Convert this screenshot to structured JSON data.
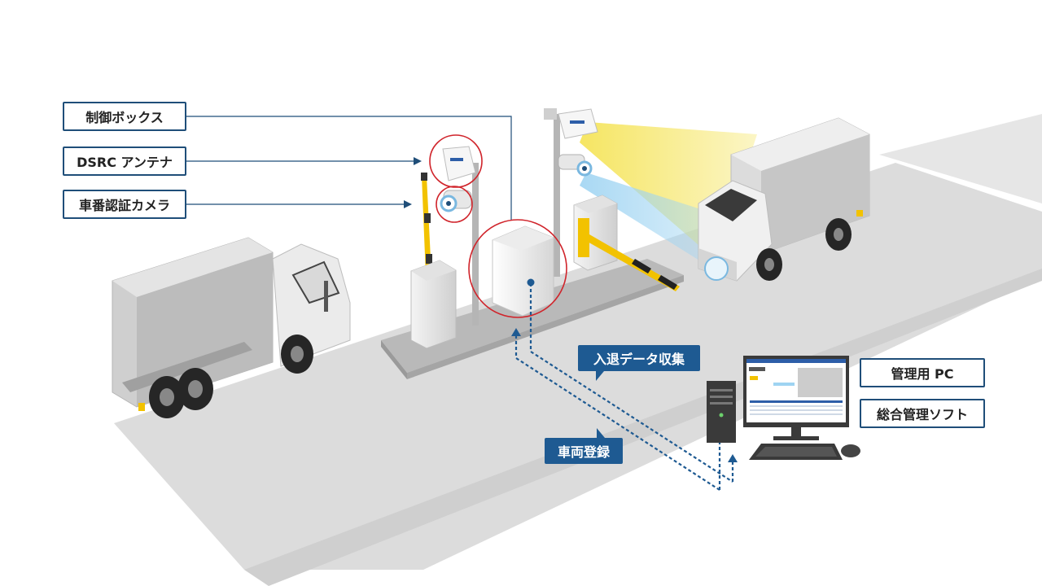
{
  "labels": {
    "control_box": "制御ボックス",
    "dsrc_antenna": "DSRC アンテナ",
    "plate_camera": "車番認証カメラ",
    "management_pc": "管理用 PC",
    "management_software": "総合管理ソフト"
  },
  "flows": {
    "entry_exit_data": "入退データ収集",
    "vehicle_registration": "車両登録"
  },
  "colors": {
    "label_border": "#1f4e79",
    "tag_fill": "#1e5a92",
    "highlight_circle": "#d0242b",
    "accent_yellow": "#f2c200"
  }
}
